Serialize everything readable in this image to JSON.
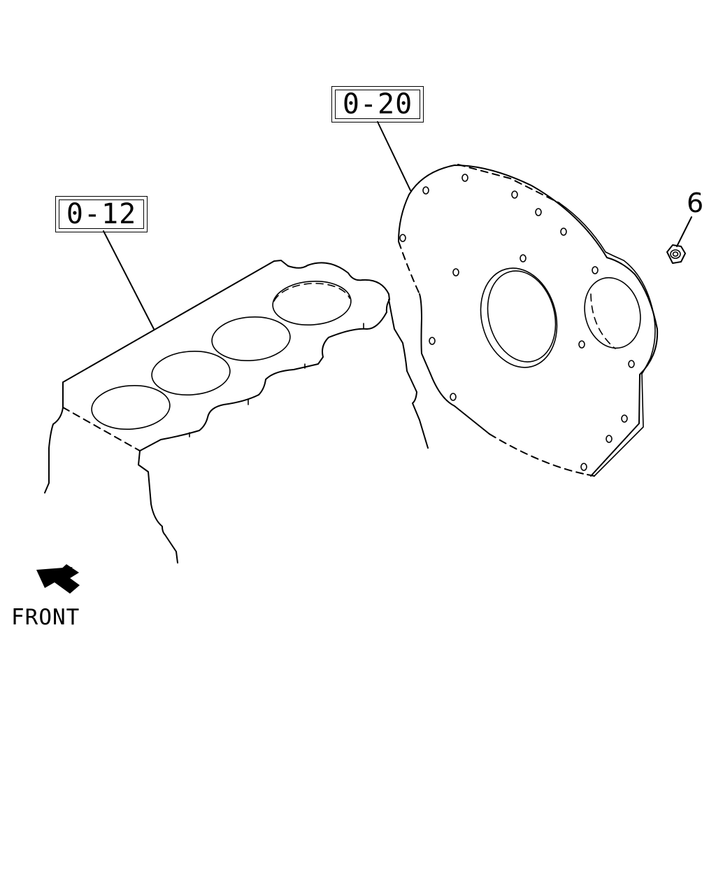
{
  "callouts": [
    {
      "label": "0-12"
    },
    {
      "label": "0-20"
    }
  ],
  "part_number": "6",
  "front_label": "FRONT",
  "icons": {
    "front_arrow": "front-arrow-icon"
  },
  "colors": {
    "line": "#000000",
    "background": "#ffffff"
  }
}
